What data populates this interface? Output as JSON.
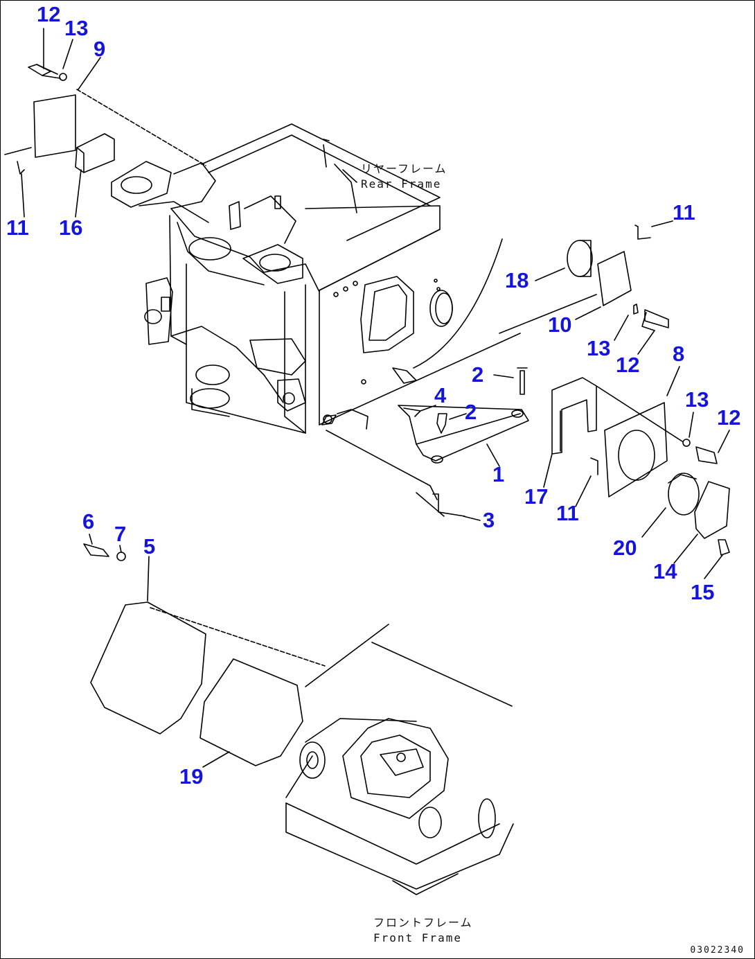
{
  "callouts": {
    "c12a": "12",
    "c13a": "13",
    "c9": "9",
    "c11a": "11",
    "c16": "16",
    "c11b": "11",
    "c18": "18",
    "c10": "10",
    "c13b": "13",
    "c12b": "12",
    "c8": "8",
    "c2a": "2",
    "c4": "4",
    "c2b": "2",
    "c13c": "13",
    "c12c": "12",
    "c1": "1",
    "c17": "17",
    "c11c": "11",
    "c3": "3",
    "c20": "20",
    "c14": "14",
    "c15": "15",
    "c6": "6",
    "c7": "7",
    "c5": "5",
    "c19": "19"
  },
  "labels": {
    "rear_jp": "リヤーフレーム",
    "rear_en": "Rear Frame",
    "front_jp": "フロントフレーム",
    "front_en": "Front Frame",
    "drawing_number": "03022340"
  },
  "colors": {
    "callout": "#1515d8",
    "line": "#000000"
  }
}
